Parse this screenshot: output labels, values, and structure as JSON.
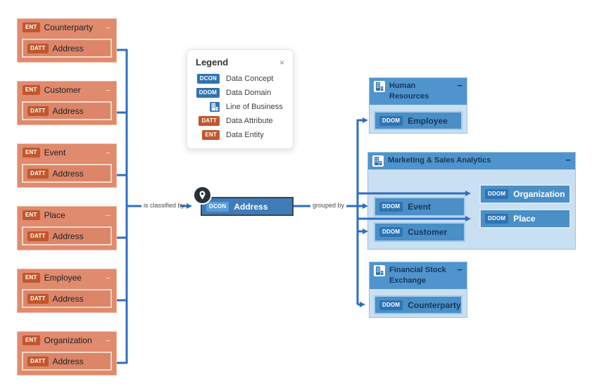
{
  "colors": {
    "connector_blue": "#2E6FC0",
    "entity_fill": "#E08A6E",
    "entity_badge_orange": "#C2572D",
    "attribute_border": "#F5D9C6",
    "domain_header_blue": "#5094CD",
    "domain_body_blue": "#C9DFF2",
    "ddom_fill": "#4A8FC6",
    "ddom_badge_blue": "#2E74B5",
    "dcon_fill": "#3E7CBA",
    "dcon_border": "#37474F",
    "pin_background": "#263238"
  },
  "edge_labels": {
    "left": "is classified by",
    "right": "grouped by"
  },
  "center_node": {
    "badge": "DCON",
    "label": "Address"
  },
  "entities": [
    {
      "badge": "ENT",
      "name": "Counterparty",
      "collapse": "−",
      "attribute": {
        "badge": "DATT",
        "name": "Address"
      }
    },
    {
      "badge": "ENT",
      "name": "Customer",
      "collapse": "−",
      "attribute": {
        "badge": "DATT",
        "name": "Address"
      }
    },
    {
      "badge": "ENT",
      "name": "Event",
      "collapse": "−",
      "attribute": {
        "badge": "DATT",
        "name": "Address"
      }
    },
    {
      "badge": "ENT",
      "name": "Place",
      "collapse": "−",
      "attribute": {
        "badge": "DATT",
        "name": "Address"
      }
    },
    {
      "badge": "ENT",
      "name": "Employee",
      "collapse": "−",
      "attribute": {
        "badge": "DATT",
        "name": "Address"
      }
    },
    {
      "badge": "ENT",
      "name": "Organization",
      "collapse": "−",
      "attribute": {
        "badge": "DATT",
        "name": "Address"
      }
    }
  ],
  "legend": {
    "title": "Legend",
    "close": "×",
    "items": [
      {
        "badge": "DCON",
        "label": "Data Concept",
        "color": "blue"
      },
      {
        "badge": "DDOM",
        "label": "Data Domain",
        "color": "blue"
      },
      {
        "icon": "line-of-business-icon",
        "label": "Line of Business",
        "color": "blue"
      },
      {
        "badge": "DATT",
        "label": "Data Attribute",
        "color": "orange"
      },
      {
        "badge": "ENT",
        "label": "Data Entity",
        "color": "orange"
      }
    ]
  },
  "domains": [
    {
      "title": "Human Resources",
      "collapse": "−",
      "items": [
        {
          "badge": "DDOM",
          "name": "Employee"
        }
      ]
    },
    {
      "title": "Marketing & Sales Analytics",
      "collapse": "−",
      "items": [
        {
          "badge": "DDOM",
          "name": "Event"
        },
        {
          "badge": "DDOM",
          "name": "Customer"
        },
        {
          "badge": "DDOM",
          "name": "Organization"
        },
        {
          "badge": "DDOM",
          "name": "Place"
        }
      ]
    },
    {
      "title": "Financial Stock Exchange",
      "collapse": "−",
      "items": [
        {
          "badge": "DDOM",
          "name": "Counterparty"
        }
      ]
    }
  ]
}
